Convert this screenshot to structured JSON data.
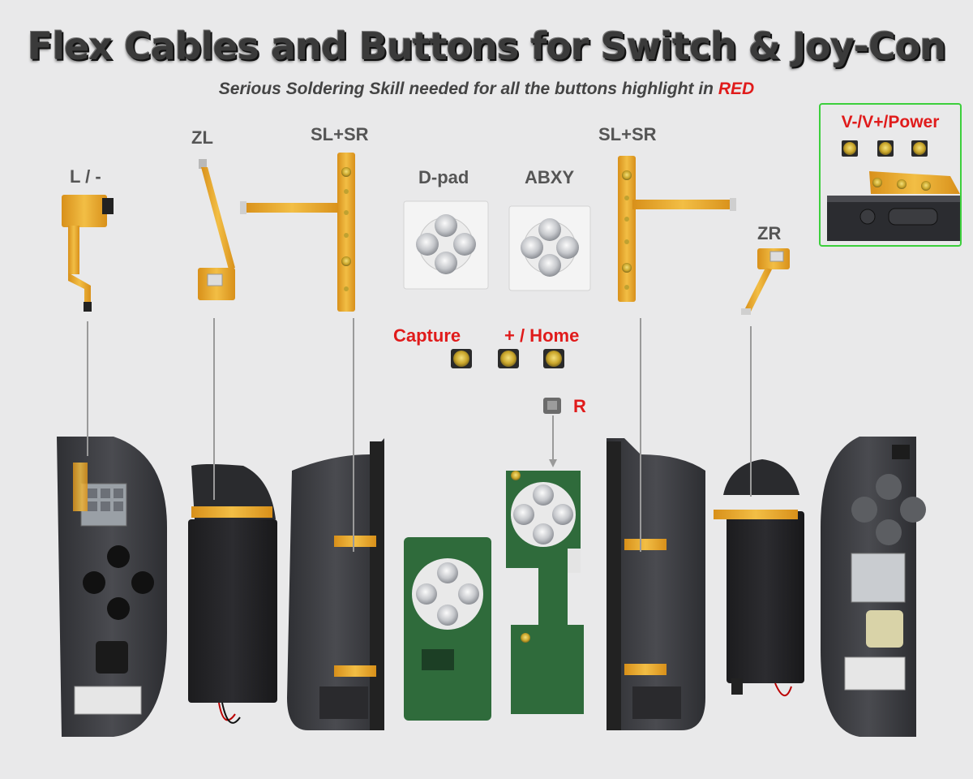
{
  "title": "Flex Cables and Buttons for Switch & Joy-Con",
  "subtitle": {
    "text": "Serious Soldering Skill needed for all the buttons highlight in ",
    "highlight": "RED"
  },
  "labels": {
    "l_minus": "L / -",
    "zl": "ZL",
    "sl_sr_left": "SL+SR",
    "dpad": "D-pad",
    "abxy": "ABXY",
    "sl_sr_right": "SL+SR",
    "zr": "ZR",
    "capture": "Capture",
    "plus_home": "+ / Home",
    "r": "R",
    "v_power": "V-/V+/Power"
  },
  "colors": {
    "highlight_red": "#e01b1b",
    "inset_border": "#3ccf3c",
    "flex_orange": "#e7a92a",
    "shell_dark": "#3b3c40",
    "pcb_green": "#2f6b3b"
  },
  "icons": {
    "tact_button": "tactile-switch-icon",
    "dome_sheet": "metal-dome-sheet-icon"
  }
}
